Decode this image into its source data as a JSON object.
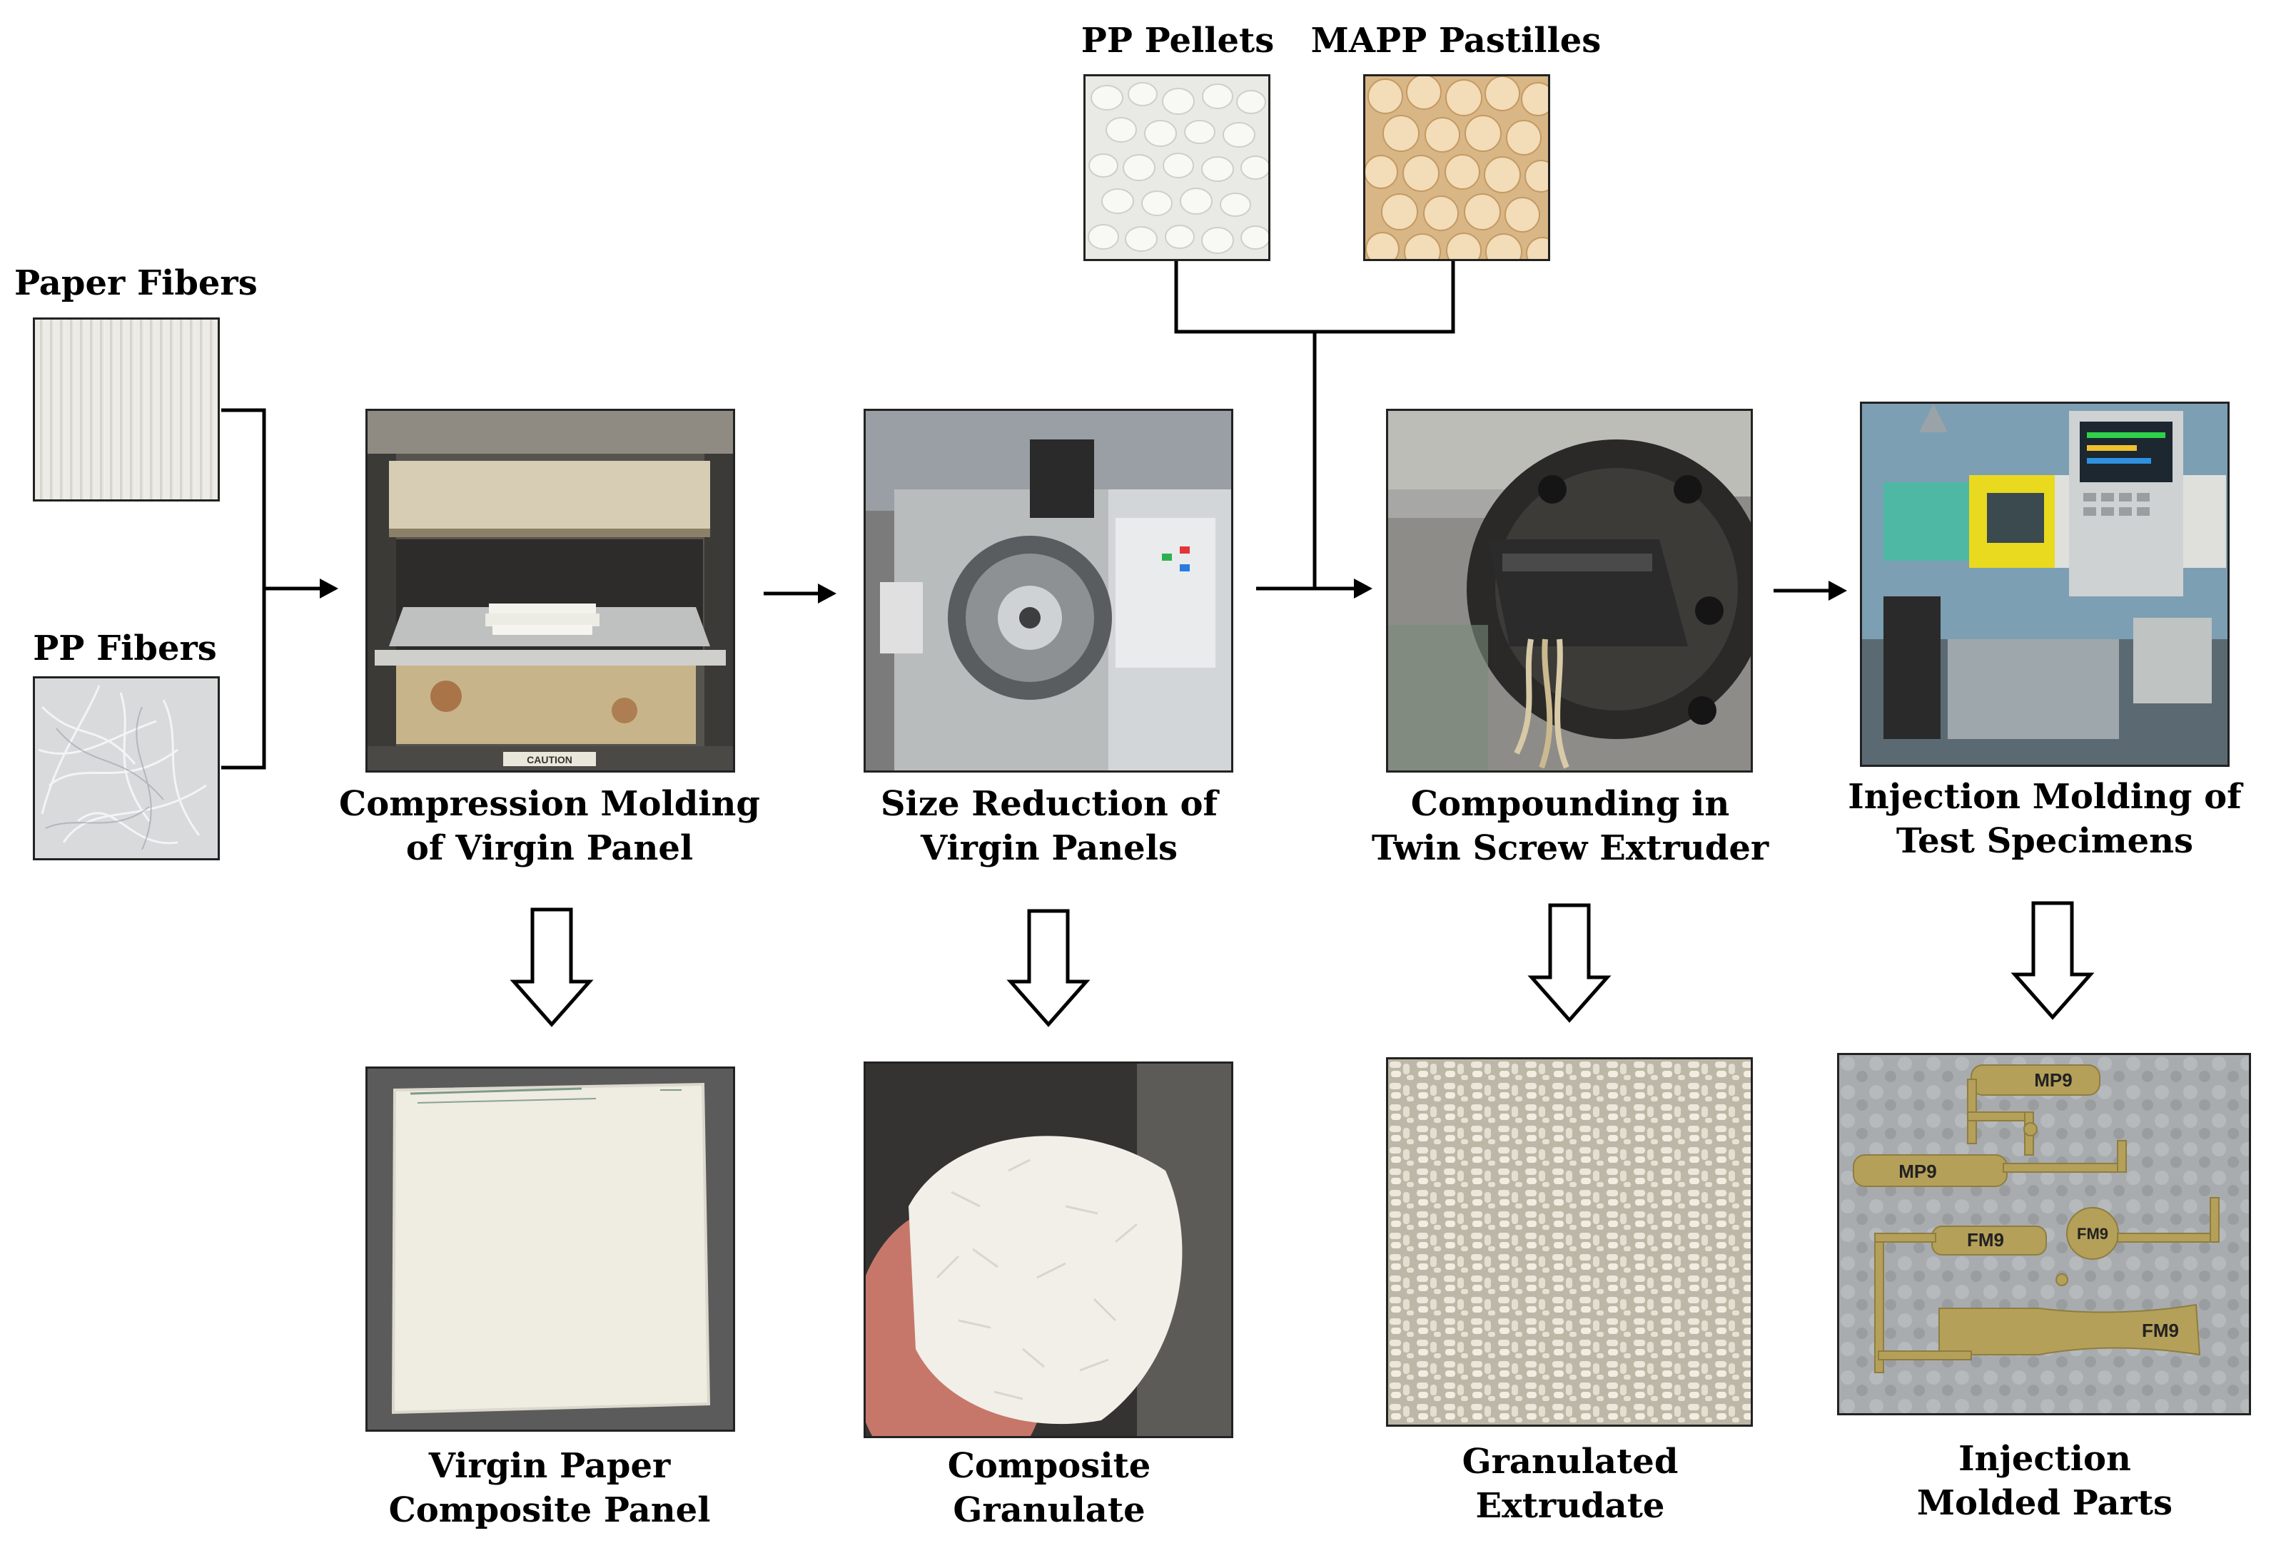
{
  "inputs": {
    "paper_fibers": "Paper Fibers",
    "pp_fibers": "PP Fibers",
    "pp_pellets": "PP Pellets",
    "mapp_pastilles": "MAPP Pastilles"
  },
  "steps": [
    {
      "line1": "Compression Molding",
      "line2": "of Virgin Panel"
    },
    {
      "line1": "Size Reduction of",
      "line2": "Virgin Panels"
    },
    {
      "line1": "Compounding in",
      "line2": "Twin Screw Extruder"
    },
    {
      "line1": "Injection Molding of",
      "line2": "Test Specimens"
    }
  ],
  "products": [
    {
      "line1": "Virgin Paper",
      "line2": "Composite Panel"
    },
    {
      "line1": "Composite",
      "line2": "Granulate"
    },
    {
      "line1": "Granulated",
      "line2": "Extrudate"
    },
    {
      "line1": "Injection",
      "line2": "Molded Parts"
    }
  ],
  "photo_text": {
    "press_plate": "CAUTION",
    "part_labels": [
      "MP9",
      "MP9",
      "FM9",
      "FM9",
      "FM9"
    ]
  },
  "colors": {
    "press_steel": "#b8b2a4",
    "pellet_white": "#f2f2ef",
    "pastille_amber": "#f0d7b2",
    "molded_part_tan": "#b5a05a",
    "machine_yellow": "#e8d820"
  }
}
